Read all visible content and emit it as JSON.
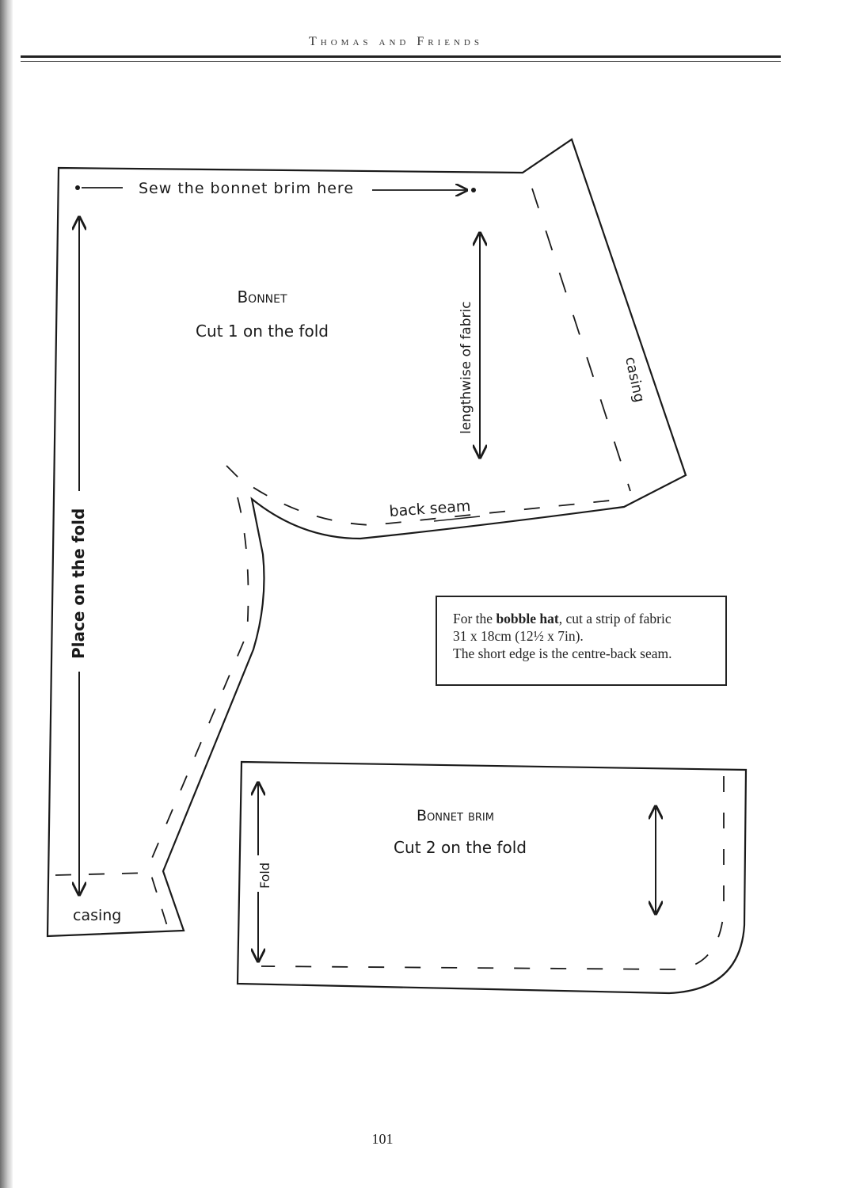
{
  "header": {
    "running_head": "Thomas and Friends"
  },
  "bonnet": {
    "sew_brim_label": "Sew the bonnet brim here",
    "title": "Bonnet",
    "cut_instruction": "Cut 1 on the fold",
    "grain_label": "lengthwise of fabric",
    "casing_right_label": "casing",
    "back_seam_label": "back seam",
    "fold_label": "Place on the fold",
    "casing_bottom_label": "casing"
  },
  "note": {
    "line1_prefix": "For the ",
    "line1_bold": "bobble hat",
    "line1_suffix": ", cut a strip of fabric",
    "line2": "31 x 18cm (12½ x 7in).",
    "line3": "The short edge is the centre-back seam."
  },
  "brim": {
    "title": "Bonnet brim",
    "cut_instruction": "Cut 2 on the fold",
    "fold_label": "Fold"
  },
  "footer": {
    "page_number": "101"
  }
}
